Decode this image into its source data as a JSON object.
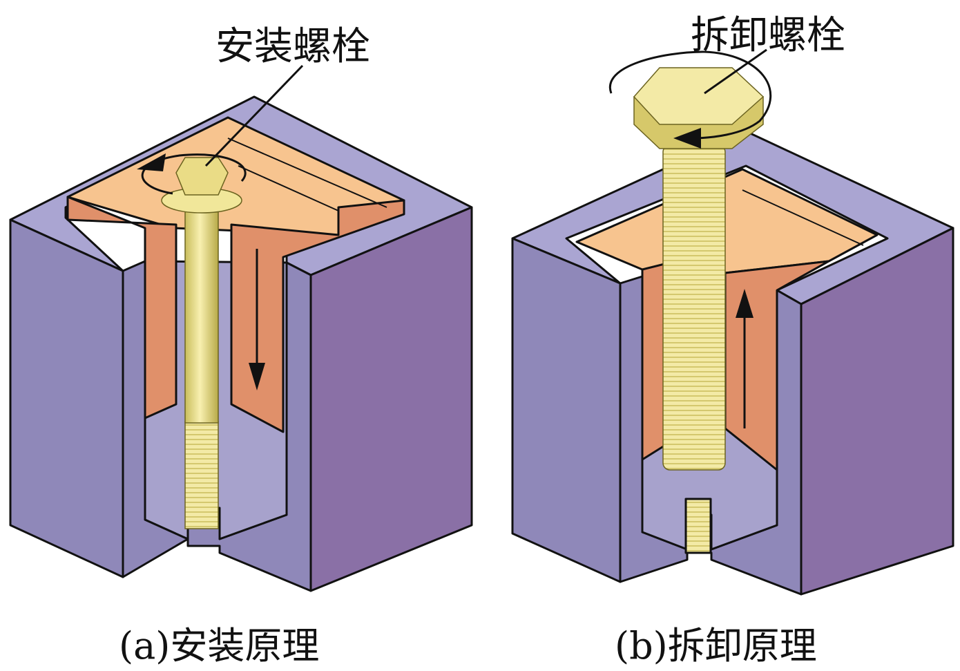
{
  "panels": [
    {
      "callout": "安装螺栓",
      "caption": "(a)安装原理",
      "motion": "down"
    },
    {
      "callout": "拆卸螺栓",
      "caption": "(b)拆卸原理",
      "motion": "up"
    }
  ],
  "colors": {
    "housing_top": "#aaa5d2",
    "housing_left": "#8f88b9",
    "housing_right": "#8a70a6",
    "housing_inner": "#a7a2cc",
    "plate_top": "#f7c48f",
    "plate_side": "#e0906a",
    "bolt": "#f1e79a",
    "bolt_dark": "#c9bd5c"
  }
}
